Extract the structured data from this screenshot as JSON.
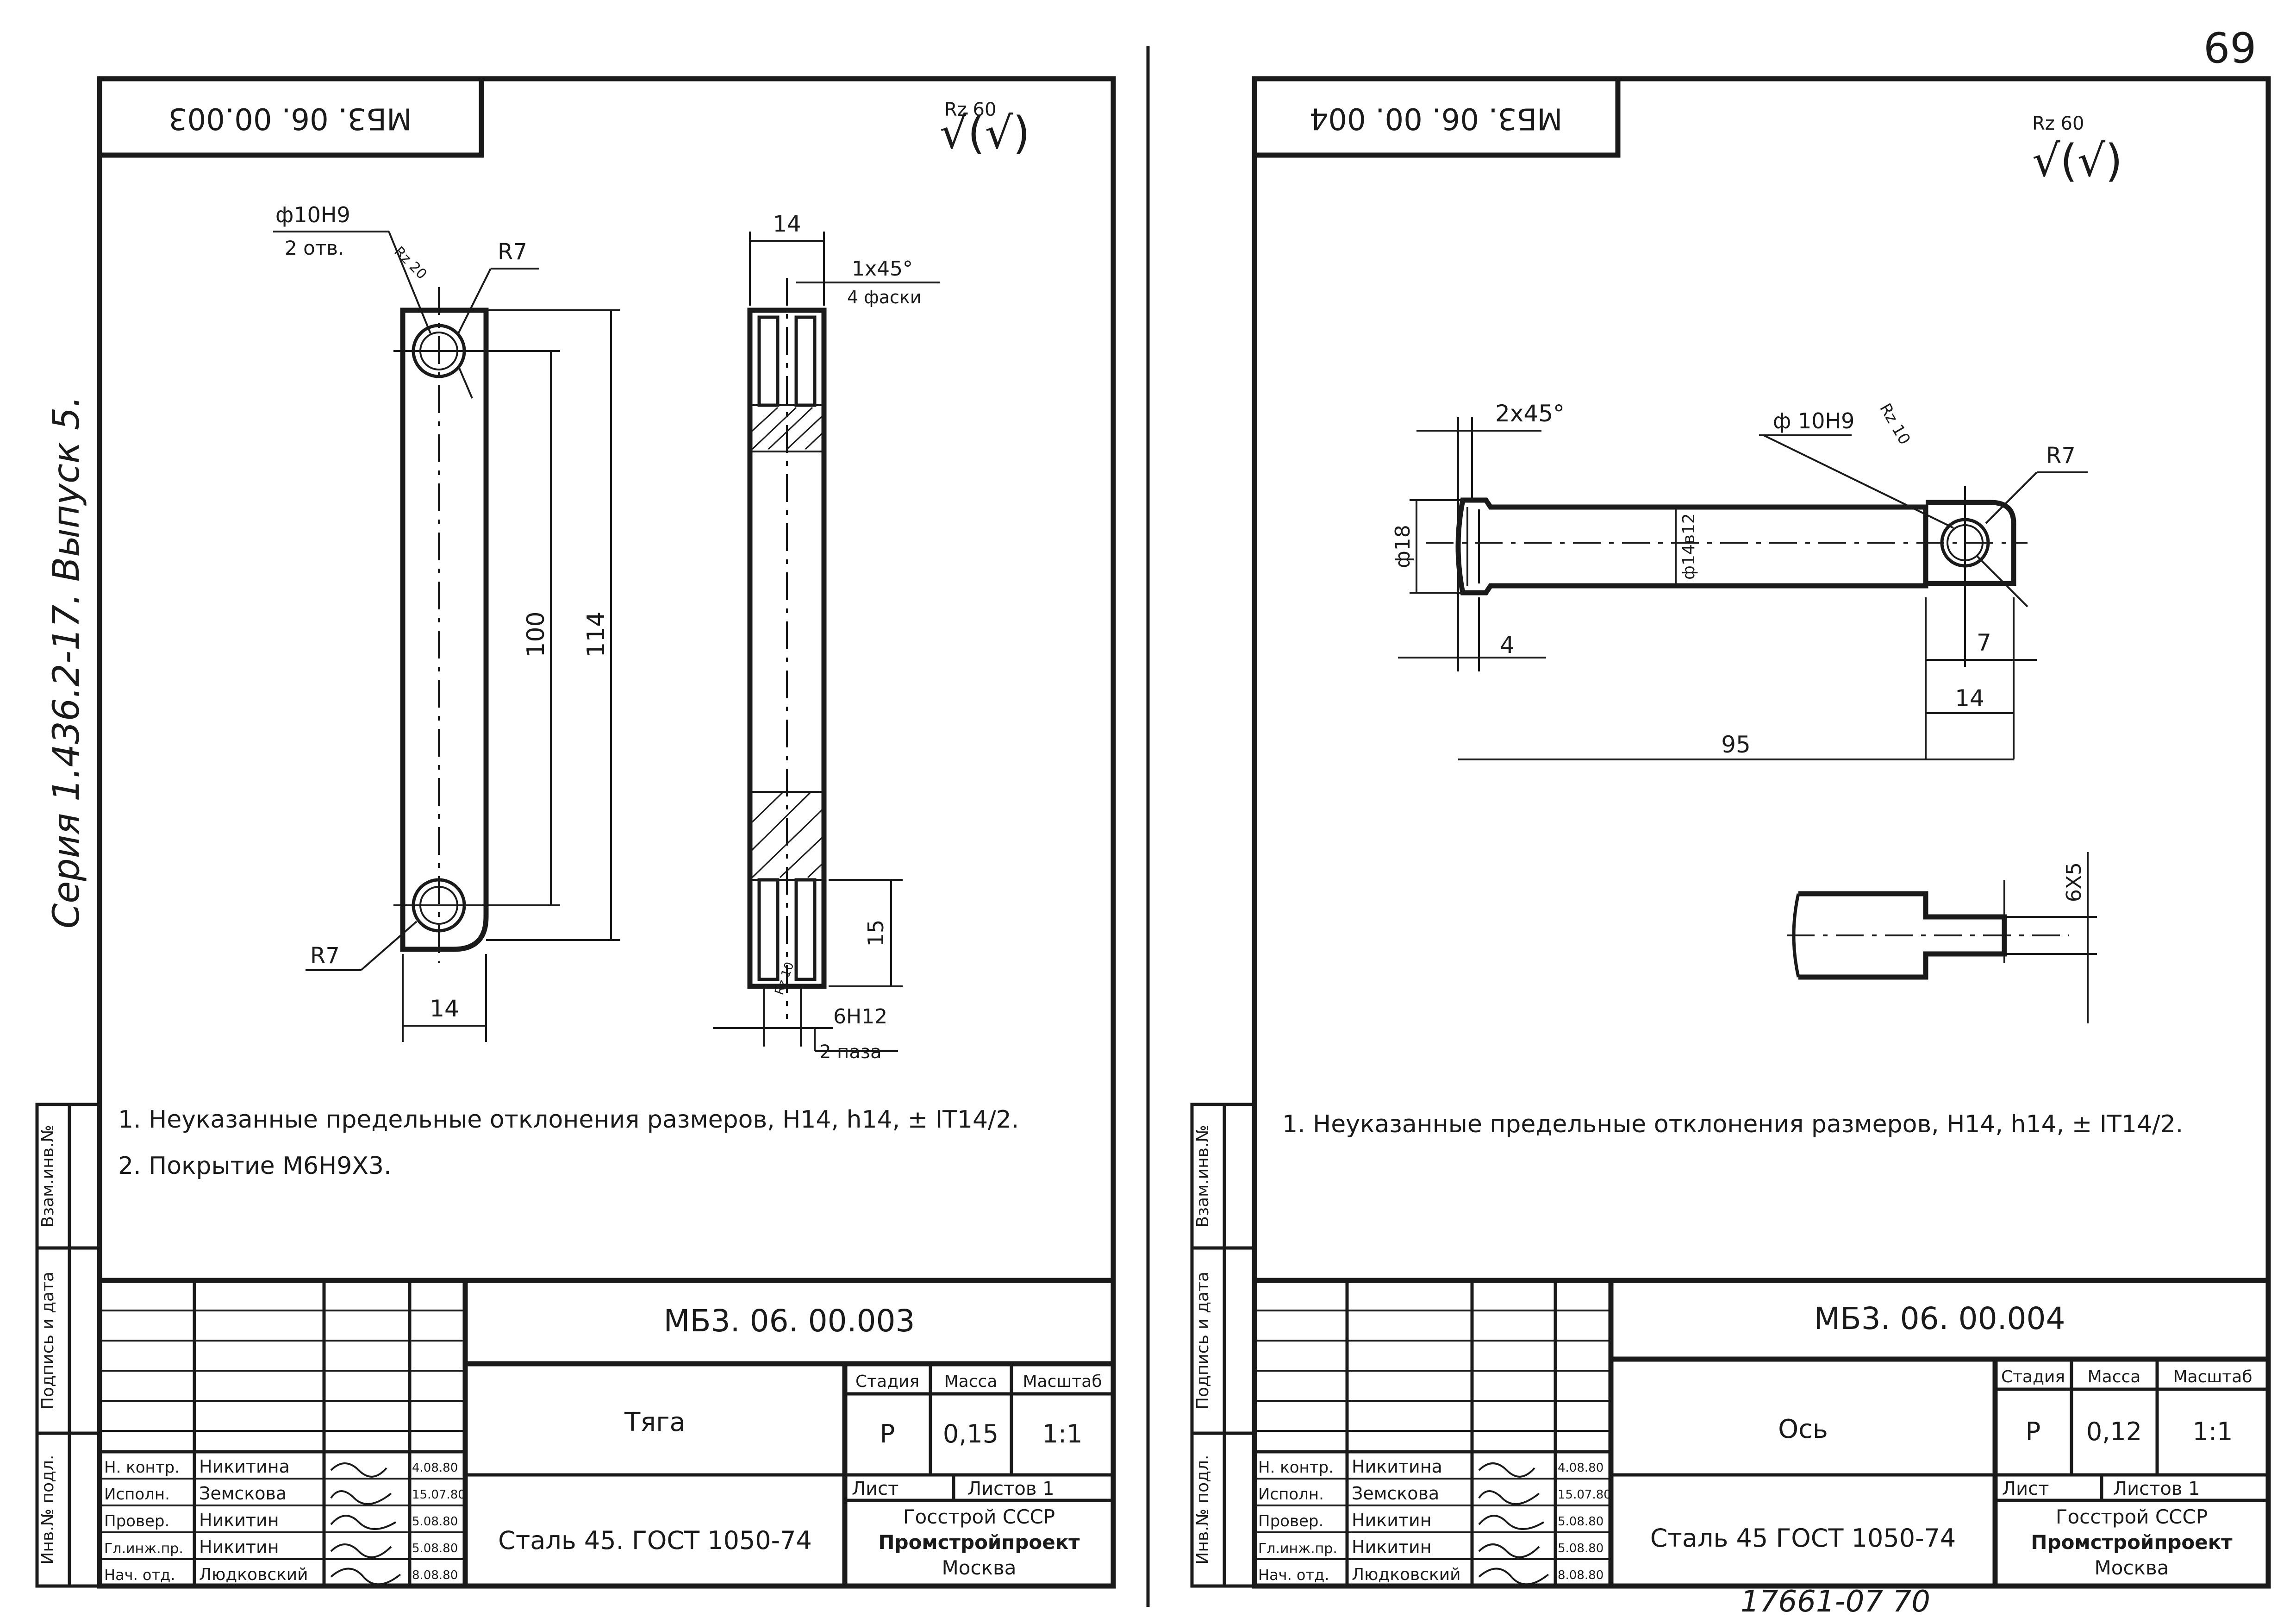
{
  "page_number": "69",
  "footer_number": "17661-07 70",
  "series": "Серия 1.436.2-17. Выпуск 5.",
  "side_labels": [
    "Инв.№ подл.",
    "Подпись и дата",
    "Взам.инв.№"
  ],
  "common": {
    "roughness": "Rz 60",
    "roughness_sym": "√(√)",
    "tb_headers": {
      "stage": "Стадия",
      "mass": "Масса",
      "scale": "Масштаб",
      "sheet": "Лист",
      "sheets": "Листов 1"
    },
    "org": [
      "Госстрой СССР",
      "Промстройпроект",
      "Москва"
    ],
    "roles": [
      "Н. контр.",
      "Исполн.",
      "Провер.",
      "Гл.инж.пр.",
      "Нач. отд."
    ],
    "names": [
      "Никитина",
      "Земскова",
      "Никитин",
      "Никитин",
      "Людковский"
    ],
    "dates": [
      "4.08.80",
      "15.07.80",
      "5.08.80",
      "5.08.80",
      "8.08.80"
    ]
  },
  "left": {
    "stamp": "МБ3. 06. 00.003",
    "code": "МБ3. 06. 00.003",
    "title": "Тяга",
    "stage": "Р",
    "mass": "0,15",
    "scale": "1:1",
    "material": "Сталь 45. ГОСТ 1050-74",
    "note1": "1. Неуказанные предельные отклонения размеров, H14, h14, ± IT14/2.",
    "note2": "2. Покрытие М6Н9Х3.",
    "dims": {
      "hole": "ф10Н9",
      "holes": "2 отв.",
      "rz": "Rz 20",
      "r7a": "R7",
      "r7b": "R7",
      "d100": "100",
      "d114": "114",
      "w14": "14",
      "t14": "14",
      "chamfer": "1х45°",
      "chamfers": "4 фаски",
      "d15": "15",
      "slot": "6Н12",
      "slots": "2 паза",
      "rz10": "Rz 10"
    }
  },
  "right": {
    "stamp": "МБ3. 06. 00. 004",
    "code": "МБ3. 06. 00.004",
    "title": "Ось",
    "stage": "Р",
    "mass": "0,12",
    "scale": "1:1",
    "material": "Сталь 45 ГОСТ 1050-74",
    "note1": "1. Неуказанные предельные отклонения размеров, H14, h14, ± IT14/2.",
    "dims": {
      "chamfer": "2х45°",
      "hole": "ф 10Н9",
      "rz10": "Rz 10",
      "r7": "R7",
      "d18": "ф18",
      "d14": "ф14в12",
      "d4": "4",
      "d7": "7",
      "d14b": "14",
      "d95": "95",
      "d6x5": "6Х5"
    }
  }
}
